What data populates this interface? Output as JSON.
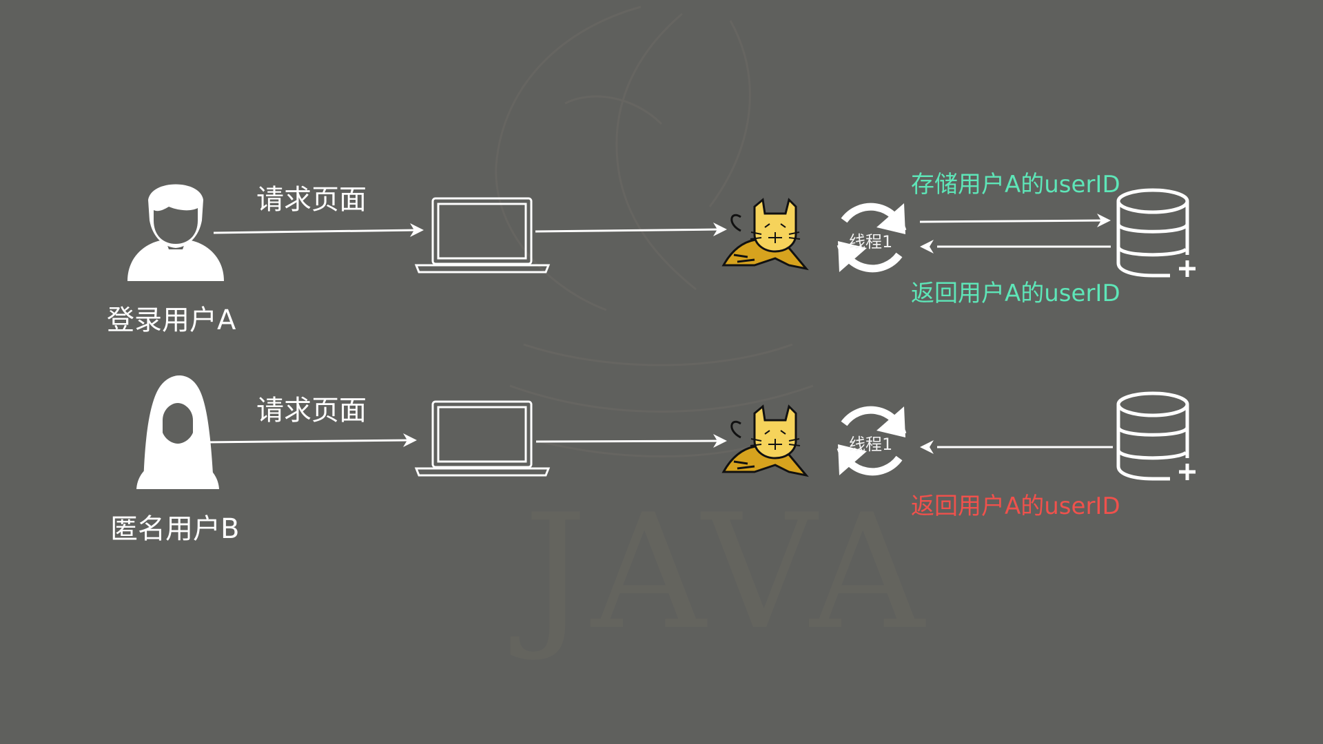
{
  "colors": {
    "background": "#5f605d",
    "foreground": "#ffffff",
    "store_text": "#5ee6b8",
    "return_text": "#5ee6b8",
    "error_text": "#f0514c",
    "tomcat_body": "#d7a31e",
    "tomcat_face": "#f6d35b",
    "watermark": "#6b6964"
  },
  "watermark": {
    "text": "JAVA",
    "icon": "java-logo-watermark"
  },
  "row_a": {
    "user_label": "登录用户A",
    "user_icon": "male-user-icon",
    "request_label": "请求页面",
    "laptop_icon": "laptop-icon",
    "server_icon": "tomcat-icon",
    "thread_label": "线程1",
    "thread_icon": "refresh-icon",
    "store_label": "存储用户A的userID",
    "return_label": "返回用户A的userID",
    "db_icon": "database-add-icon"
  },
  "row_b": {
    "user_label": "匿名用户B",
    "user_icon": "female-user-icon",
    "request_label": "请求页面",
    "laptop_icon": "laptop-icon",
    "server_icon": "tomcat-icon",
    "thread_label": "线程1",
    "thread_icon": "refresh-icon",
    "return_label": "返回用户A的userID",
    "db_icon": "database-add-icon"
  }
}
